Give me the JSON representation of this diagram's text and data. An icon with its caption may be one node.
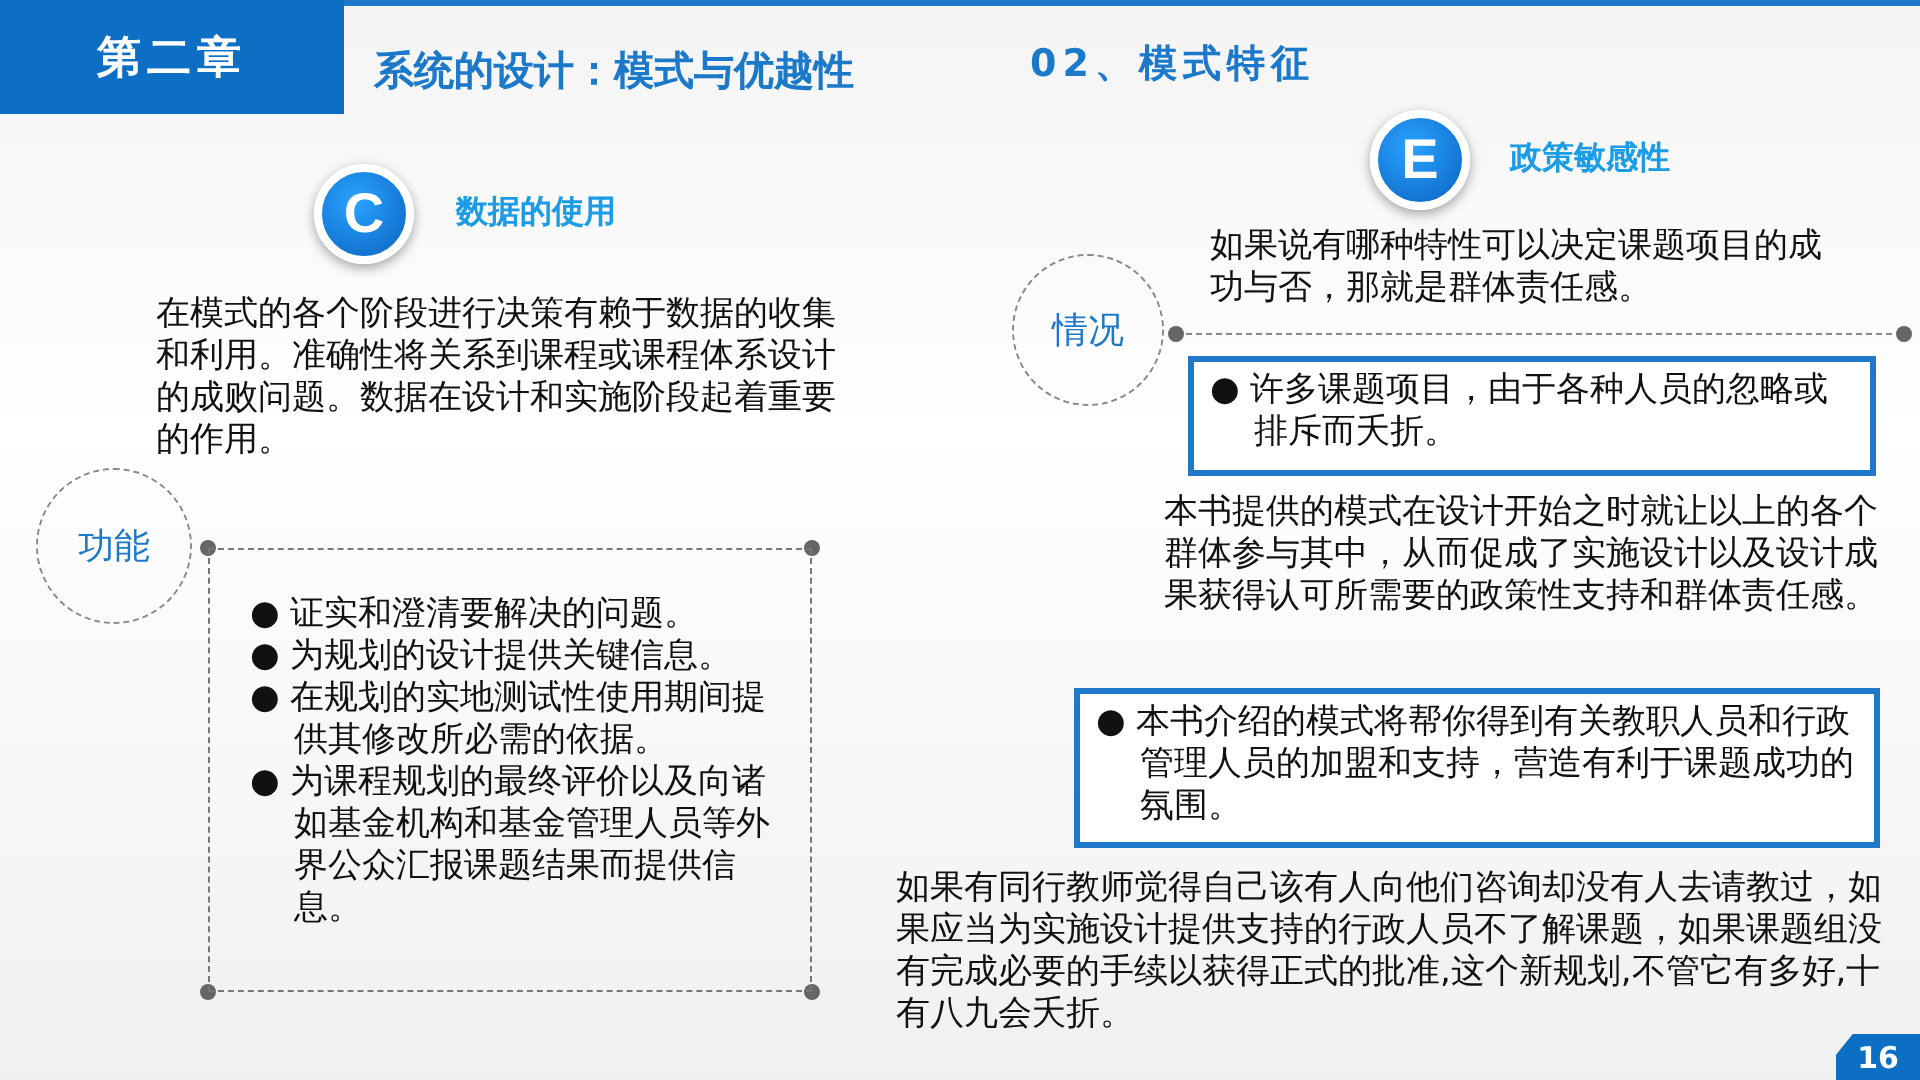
{
  "diagram": {
    "title": "系统的设计：模式与优越性",
    "nodes": [
      {
        "text": [
          "第二章"
        ]
      },
      {
        "text": [
          "C"
        ],
        "beside": [
          "数据的使用"
        ]
      },
      {
        "text": [
          "功能"
        ]
      },
      {
        "text": [
          "● 证实和澄清要解决的问题。",
          "● 为规划的设计提供关键信息。",
          "● 在规划的实地测试性使用期间提供其修改所必需的依据。",
          "● 为课程规划的最终评价以及向诸如基金机构和基金管理人员等外界公众汇报课题结果而提供信息。"
        ]
      },
      {
        "text": [
          "E"
        ],
        "beside": [
          "政策敏感性"
        ]
      },
      {
        "text": [
          "情况"
        ]
      },
      {
        "text": [
          "● 许多课题项目，由于各种人员的忽略或排斥而夭折。"
        ]
      },
      {
        "text": [
          "● 本书介绍的模式将帮你得到有关教职人员和行政管理人员的加盟和支持，营造有利于课题成功的氛围。"
        ]
      },
      {
        "text": [
          "16"
        ]
      }
    ],
    "edges": [],
    "labels": [
      "02、模式特征",
      "在模式的各个阶段进行决策有赖于数据的收集和利用。准确性将关系到课程或课程体系设计的成败问题。数据在设计和实施阶段起着重要的作用。",
      "如果说有哪种特性可以决定课题项目的成功与否，那就是群体责任感。",
      "本书提供的模式在设计开始之时就让以上的各个群体参与其中，从而促成了实施设计以及设计成果获得认可所需要的政策性支持和群体责任感。",
      "如果有同行教师觉得自己该有人向他们咨询却没有人去请教过，如果应当为实施设计提供支持的行政人员不了解课题，如果课题组没有完成必要的手续以获得正式的批准,这个新规划,不管它有多好,十有八九会夭折。"
    ]
  }
}
